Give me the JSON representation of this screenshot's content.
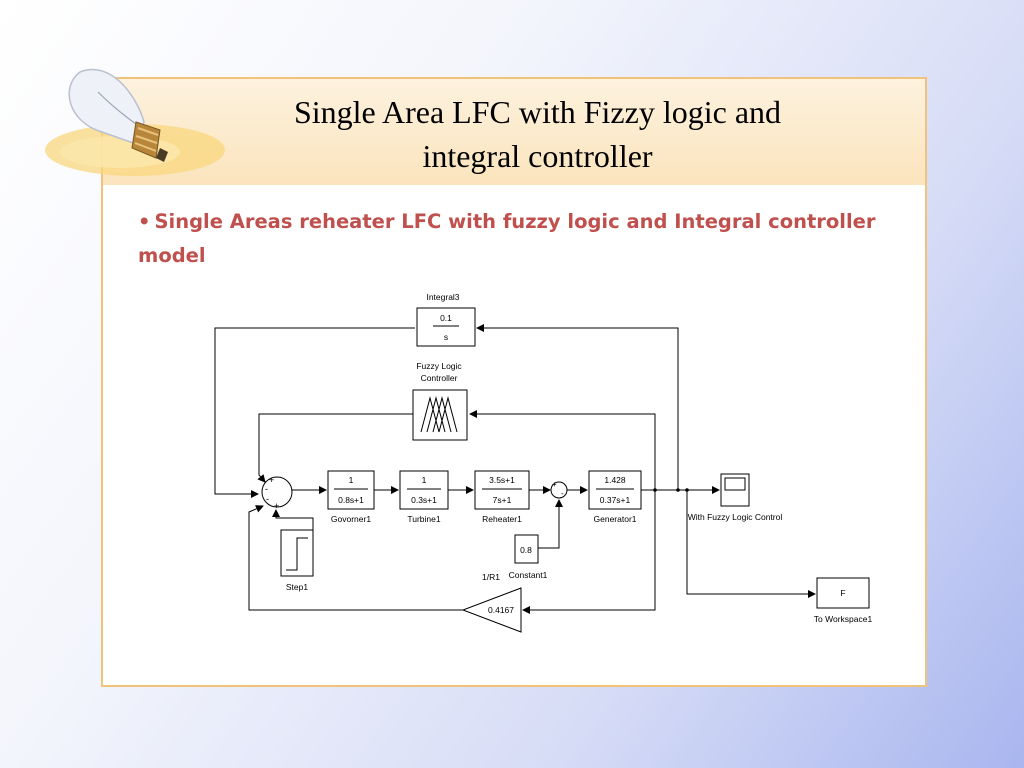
{
  "slide": {
    "title_line1": "Single Area LFC with Fizzy logic and",
    "title_line2": "integral controller",
    "bullet": "Single Areas reheater LFC with fuzzy logic and Integral controller model"
  },
  "diagram": {
    "integral": {
      "name": "Integral3",
      "num": "0.1",
      "den": "s"
    },
    "fuzzy": {
      "name_line1": "Fuzzy Logic",
      "name_line2": "Controller"
    },
    "sum_signs": {
      "left": "-",
      "top": "+",
      "middle": "-",
      "bottom": "+"
    },
    "governor": {
      "name": "Govorner1",
      "num": "1",
      "den": "0.8s+1"
    },
    "turbine": {
      "name": "Turbine1",
      "num": "1",
      "den": "0.3s+1"
    },
    "reheater": {
      "name": "Reheater1",
      "num": "3.5s+1",
      "den": "7s+1"
    },
    "sum2_signs": {
      "left": "+",
      "bottom": "-"
    },
    "generator": {
      "name": "Generator1",
      "num": "1.428",
      "den": "0.37s+1"
    },
    "scope": {
      "name": "With Fuzzy Logic Control"
    },
    "constant": {
      "name": "Constant1",
      "value": "0.8"
    },
    "step": {
      "name": "Step1"
    },
    "gain": {
      "name": "1/R1",
      "value": "0.4167"
    },
    "workspace": {
      "name": "To Workspace1",
      "value": "F"
    }
  }
}
